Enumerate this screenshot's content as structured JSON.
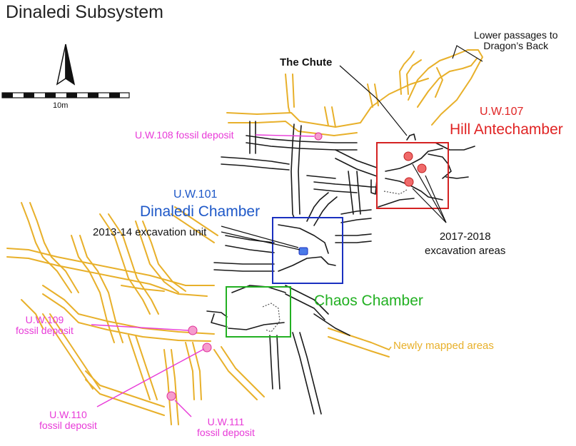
{
  "title": "Dinaledi Subsystem",
  "scale_bar": {
    "label": "10m"
  },
  "labels": {
    "lower_passages": "Lower passages to\nDragon’s Back",
    "the_chute": "The Chute",
    "uw107_code": "U.W.107",
    "uw107_name": "Hill Antechamber",
    "uw108": "U.W.108 fossil deposit",
    "uw101_code": "U.W.101",
    "uw101_name": "Dinaledi Chamber",
    "excavation_unit": "2013-14 excavation unit",
    "excavation_areas": "2017-2018\nexcavation areas",
    "chaos_chamber": "Chaos Chamber",
    "newly_mapped": "Newly mapped areas",
    "uw109": "U.W.109\nfossil deposit",
    "uw110": "U.W.110\nfossil deposit",
    "uw111": "U.W.111\nfossil deposit"
  },
  "colors": {
    "new_areas": "#e8b02a",
    "mapped": "#1a1a1a",
    "fossil": "#e83ad8",
    "hill_box": "#d42222",
    "dinaledi_box": "#1a30c0",
    "chaos_box": "#22b022"
  }
}
